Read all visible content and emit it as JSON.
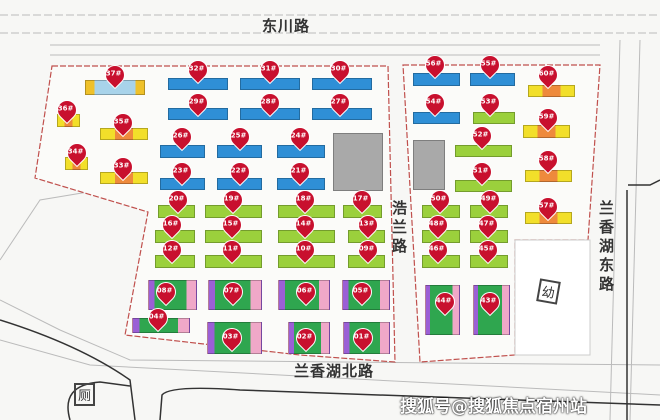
{
  "roads": {
    "north": "东川路",
    "middle": "浩兰路",
    "east": "兰香湖东路",
    "south": "兰香湖北路"
  },
  "markers": {
    "kindergarten": "幼",
    "toilet": "厕"
  },
  "watermark": "搜狐号@搜狐焦点宿州站",
  "colors": {
    "pin": "#c8102e",
    "boundary": "#c0504d"
  },
  "buildings": [
    {
      "label": "37#",
      "type": "lightblue"
    },
    {
      "label": "32#",
      "type": "blue"
    },
    {
      "label": "31#",
      "type": "blue"
    },
    {
      "label": "30#",
      "type": "blue"
    },
    {
      "label": "29#",
      "type": "blue"
    },
    {
      "label": "28#",
      "type": "blue"
    },
    {
      "label": "27#",
      "type": "blue"
    },
    {
      "label": "36#",
      "type": "yellow"
    },
    {
      "label": "35#",
      "type": "yellow"
    },
    {
      "label": "34#",
      "type": "yellow"
    },
    {
      "label": "33#",
      "type": "yellow"
    },
    {
      "label": "26#",
      "type": "blue"
    },
    {
      "label": "25#",
      "type": "blue"
    },
    {
      "label": "24#",
      "type": "blue"
    },
    {
      "label": "23#",
      "type": "blue"
    },
    {
      "label": "22#",
      "type": "blue"
    },
    {
      "label": "21#",
      "type": "blue"
    },
    {
      "label": "20#",
      "type": "lightgreen"
    },
    {
      "label": "19#",
      "type": "lightgreen"
    },
    {
      "label": "18#",
      "type": "lightgreen"
    },
    {
      "label": "17#",
      "type": "lightgreen"
    },
    {
      "label": "16#",
      "type": "lightgreen"
    },
    {
      "label": "15#",
      "type": "lightgreen"
    },
    {
      "label": "14#",
      "type": "lightgreen"
    },
    {
      "label": "13#",
      "type": "lightgreen"
    },
    {
      "label": "12#",
      "type": "lightgreen"
    },
    {
      "label": "11#",
      "type": "lightgreen"
    },
    {
      "label": "10#",
      "type": "lightgreen"
    },
    {
      "label": "09#",
      "type": "lightgreen"
    },
    {
      "label": "08#",
      "type": "villa"
    },
    {
      "label": "07#",
      "type": "villa"
    },
    {
      "label": "06#",
      "type": "villa"
    },
    {
      "label": "05#",
      "type": "villa"
    },
    {
      "label": "04#",
      "type": "villa"
    },
    {
      "label": "03#",
      "type": "villa"
    },
    {
      "label": "02#",
      "type": "villa"
    },
    {
      "label": "01#",
      "type": "villa"
    },
    {
      "label": "56#",
      "type": "blue"
    },
    {
      "label": "55#",
      "type": "blue"
    },
    {
      "label": "60#",
      "type": "yellow"
    },
    {
      "label": "54#",
      "type": "blue"
    },
    {
      "label": "53#",
      "type": "lightgreen"
    },
    {
      "label": "59#",
      "type": "yellow"
    },
    {
      "label": "52#",
      "type": "lightgreen"
    },
    {
      "label": "58#",
      "type": "yellow"
    },
    {
      "label": "51#",
      "type": "lightgreen"
    },
    {
      "label": "57#",
      "type": "yellow"
    },
    {
      "label": "50#",
      "type": "lightgreen"
    },
    {
      "label": "49#",
      "type": "lightgreen"
    },
    {
      "label": "48#",
      "type": "lightgreen"
    },
    {
      "label": "47#",
      "type": "lightgreen"
    },
    {
      "label": "46#",
      "type": "lightgreen"
    },
    {
      "label": "45#",
      "type": "lightgreen"
    },
    {
      "label": "44#",
      "type": "villa"
    },
    {
      "label": "43#",
      "type": "villa"
    }
  ]
}
